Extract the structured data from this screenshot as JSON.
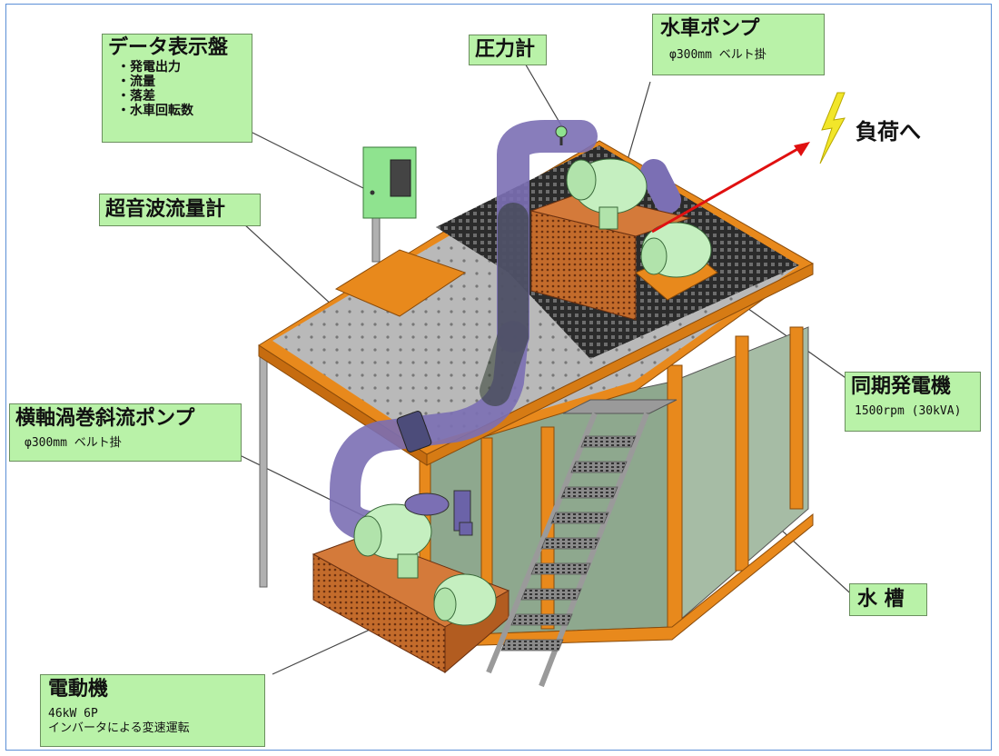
{
  "labels": {
    "data_panel": {
      "title": "データ表示盤",
      "items": [
        "・発電出力",
        "・流量",
        "・落差",
        "・水車回転数"
      ]
    },
    "pressure_gauge": {
      "title": "圧力計"
    },
    "turbine_pump": {
      "title": "水車ポンプ",
      "sub": "φ300mm ベルト掛"
    },
    "ultrasonic_flowmeter": {
      "title": "超音波流量計"
    },
    "sync_generator": {
      "title": "同期発電機",
      "sub": "1500rpm (30kVA)"
    },
    "mixed_flow_pump": {
      "title": "横軸渦巻斜流ポンプ",
      "sub": "φ300mm ベルト掛"
    },
    "water_tank": {
      "title": "水 槽"
    },
    "motor": {
      "title": "電動機",
      "sub1": "46kW 6P",
      "sub2": "インバータによる変速運転"
    }
  },
  "load_text": "負荷へ",
  "colors": {
    "label_fill": "#b9f2a8",
    "frame_orange": "#e8891c",
    "pipe_purple": "#7b6fb4",
    "pump_green": "#c5efc0",
    "tank_green": "#8ea88e",
    "grating_dark": "#2b2b2b",
    "arrow_red": "#e01010",
    "lightning_yellow": "#f2e62a"
  }
}
